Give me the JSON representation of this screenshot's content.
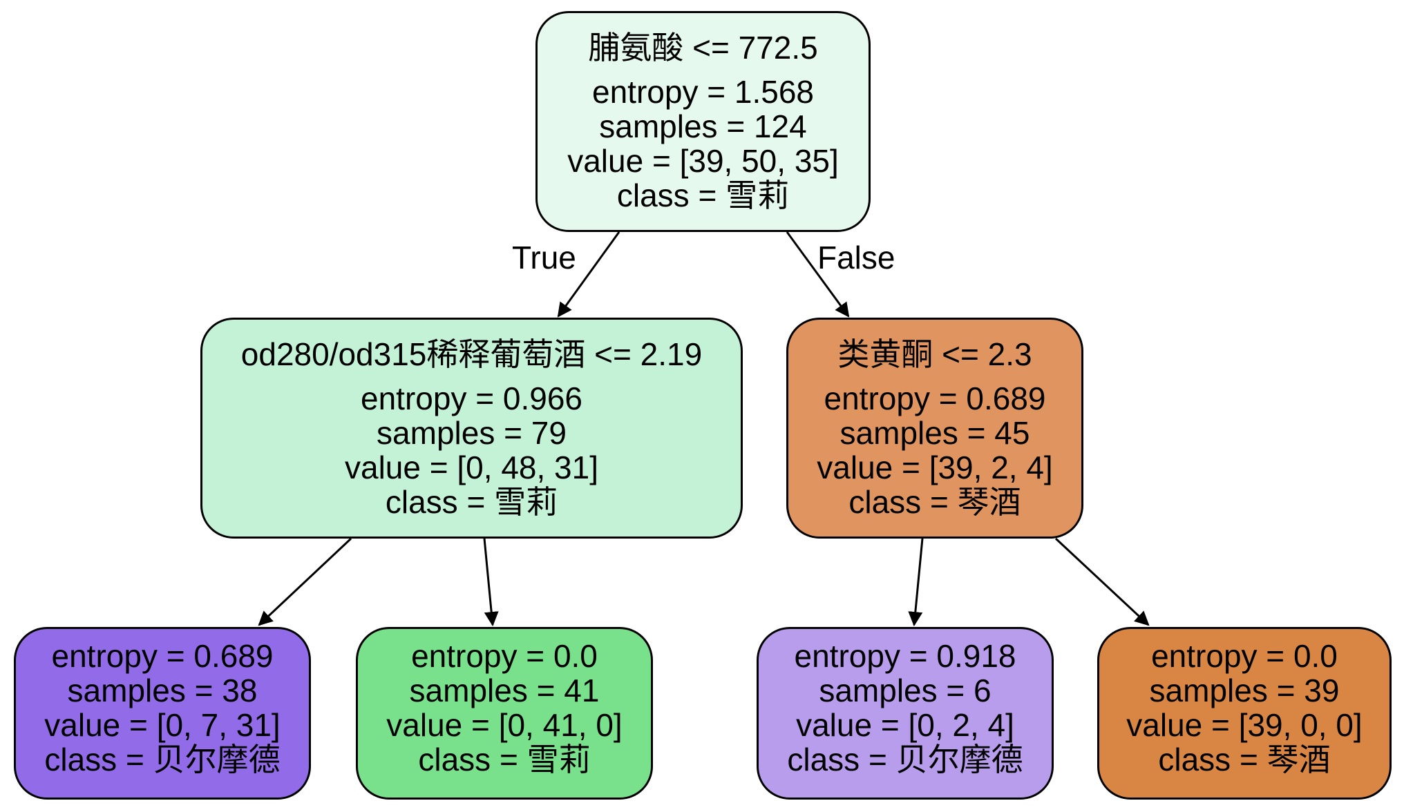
{
  "tree": {
    "root": {
      "split": "脯氨酸 <= 772.5",
      "entropy": "entropy = 1.568",
      "samples": "samples = 124",
      "value": "value = [39, 50, 35]",
      "class": "class = 雪莉",
      "color": "#e6f9ee"
    },
    "left": {
      "split": "od280/od315稀释葡萄酒 <= 2.19",
      "entropy": "entropy = 0.966",
      "samples": "samples = 79",
      "value": "value = [0, 48, 31]",
      "class": "class = 雪莉",
      "color": "#c4f2d6"
    },
    "right": {
      "split": "类黄酮 <= 2.3",
      "entropy": "entropy = 0.689",
      "samples": "samples = 45",
      "value": "value = [39, 2, 4]",
      "class": "class = 琴酒",
      "color": "#e09560"
    },
    "left_left": {
      "entropy": "entropy = 0.689",
      "samples": "samples = 38",
      "value": "value = [0, 7, 31]",
      "class": "class = 贝尔摩德",
      "color": "#926be8"
    },
    "left_right": {
      "entropy": "entropy = 0.0",
      "samples": "samples = 41",
      "value": "value = [0, 41, 0]",
      "class": "class = 雪莉",
      "color": "#79e08b"
    },
    "right_left": {
      "entropy": "entropy = 0.918",
      "samples": "samples = 6",
      "value": "value = [0, 2, 4]",
      "class": "class = 贝尔摩德",
      "color": "#b99ded"
    },
    "right_right": {
      "entropy": "entropy = 0.0",
      "samples": "samples = 39",
      "value": "value = [39, 0, 0]",
      "class": "class = 琴酒",
      "color": "#d98645"
    }
  },
  "edges": {
    "true_label": "True",
    "false_label": "False"
  }
}
